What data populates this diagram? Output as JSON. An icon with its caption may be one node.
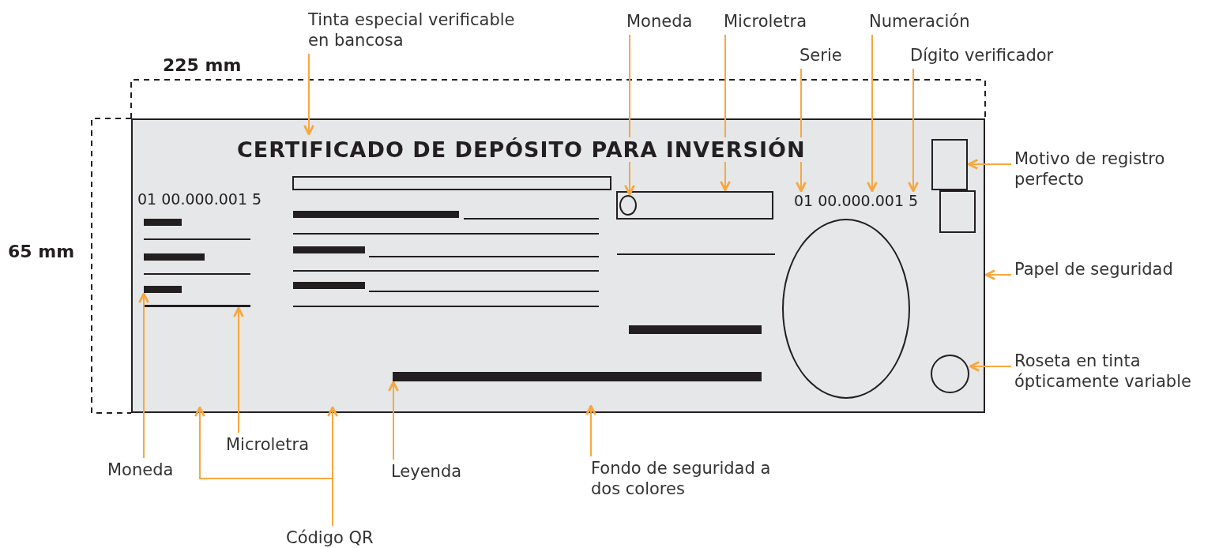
{
  "diagram": {
    "nodes": [
      {
        "text": [
          "CERTIFICADO DE DEPÓSITO PARA INVERSIÓN"
        ]
      },
      {
        "text": [],
        "shape": "box",
        "in": 0
      },
      {
        "text": [],
        "shape": "circle",
        "in": 1
      },
      {
        "text": [],
        "shape": "circle",
        "in": 0
      },
      {
        "text": [],
        "shape": "box",
        "in": 0
      },
      {
        "text": [],
        "shape": "box",
        "in": 0
      },
      {
        "text": [],
        "shape": "circle",
        "in": 0
      },
      {
        "text": [],
        "shape": "bar",
        "in": 0
      },
      {
        "text": [],
        "shape": "bar",
        "in": 0
      },
      {
        "text": [],
        "shape": "bar",
        "in": 0
      },
      {
        "text": [
          "Tinta especial verificable en bancosa"
        ]
      },
      {
        "text": [
          "Moneda"
        ]
      },
      {
        "text": [
          "Microletra"
        ]
      },
      {
        "text": [
          "Numeración"
        ]
      },
      {
        "text": [
          "Serie"
        ]
      },
      {
        "text": [
          "Dígito verificador"
        ]
      },
      {
        "text": [
          "Motivo de registro perfecto"
        ]
      },
      {
        "text": [
          "Papel de seguridad"
        ]
      },
      {
        "text": [
          "Roseta en tinta ópticamente variable"
        ]
      },
      {
        "text": [
          "Microletra"
        ]
      },
      {
        "text": [
          "Moneda"
        ]
      },
      {
        "text": [
          "Leyenda"
        ]
      },
      {
        "text": [
          "Fondo de seguridad a dos colores"
        ]
      },
      {
        "text": [
          "Código QR"
        ]
      },
      {
        "text": [
          "01 00.000.001 5"
        ],
        "in": 0
      }
    ],
    "edges": [
      {
        "from": 10,
        "to": 0,
        "arrow": "to"
      },
      {
        "from": 11,
        "to": 2,
        "arrow": "to"
      },
      {
        "from": 12,
        "to": 1,
        "arrow": "to"
      },
      {
        "from": 13,
        "to": 24,
        "arrow": "to"
      },
      {
        "from": 14,
        "to": 24,
        "arrow": "to"
      },
      {
        "from": 15,
        "to": 24,
        "arrow": "to"
      },
      {
        "from": 16,
        "to": 4,
        "arrow": "to"
      },
      {
        "from": 17,
        "to": 0,
        "arrow": "to"
      },
      {
        "from": 18,
        "to": 6,
        "arrow": "to"
      },
      {
        "from": 19,
        "to": 9,
        "arrow": "to"
      },
      {
        "from": 20,
        "to": 8,
        "arrow": "to"
      },
      {
        "from": 21,
        "to": 7,
        "arrow": "to"
      },
      {
        "from": 22,
        "to": 0,
        "arrow": "to"
      },
      {
        "from": 23,
        "to": 0,
        "arrow": "to"
      },
      {
        "from": 23,
        "to": 0,
        "arrow": "to"
      }
    ],
    "labels": [
      "225 mm",
      "65 mm",
      "01 00.000.001 5"
    ]
  }
}
